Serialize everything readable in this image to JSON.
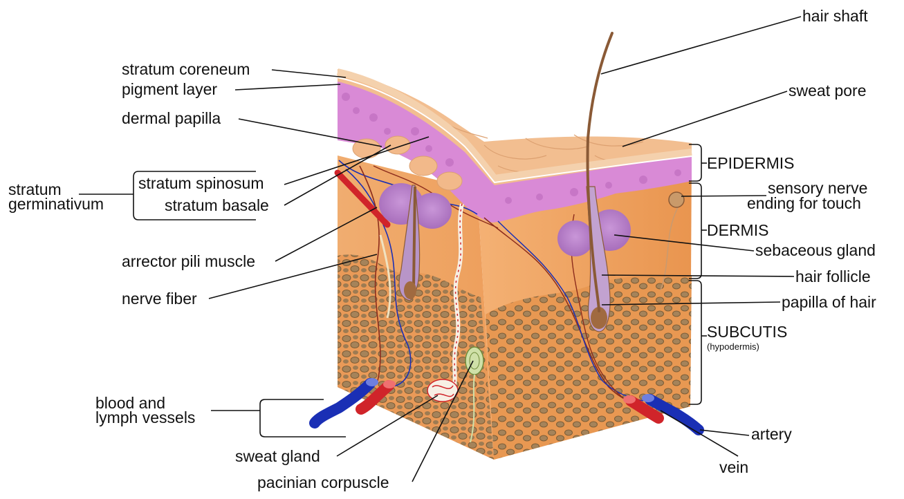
{
  "colors": {
    "skin_top": "#f1b98a",
    "skin_side": "#f0a96c",
    "skin_side_dark": "#e0904f",
    "epidermis_pink": "#d98ad6",
    "epidermis_pink_dark": "#b25cb6",
    "gland_purple": "#b07cc2",
    "fat": "#a5835a",
    "fat_dark": "#7a5c36",
    "hair": "#8a5a36",
    "artery": "#d0242a",
    "vein": "#1a2fb5",
    "nerve": "#8c2c1c"
  },
  "labels": {
    "hair_shaft": "hair shaft",
    "stratum_coreneum": "stratum coreneum",
    "pigment_layer": "pigment layer",
    "sweat_pore": "sweat pore",
    "dermal_papilla": "dermal papilla",
    "epidermis": "EPIDERMIS",
    "stratum_germinativum_1": "stratum",
    "stratum_germinativum_2": "germinativum",
    "stratum_spinosum": "stratum spinosum",
    "stratum_basale": "stratum basale",
    "sensory_nerve_1": "sensory nerve",
    "sensory_nerve_2": "ending for touch",
    "dermis": "DERMIS",
    "sebaceous_gland": "sebaceous gland",
    "arrector_pili": "arrector pili muscle",
    "hair_follicle": "hair follicle",
    "nerve_fiber": "nerve fiber",
    "papilla_of_hair": "papilla of hair",
    "subcutis": "SUBCUTIS",
    "hypodermis": "(hypodermis)",
    "blood_lymph_1": "blood and",
    "blood_lymph_2": "lymph vessels",
    "artery": "artery",
    "sweat_gland": "sweat gland",
    "vein": "vein",
    "pacinian": "pacinian corpuscle"
  }
}
